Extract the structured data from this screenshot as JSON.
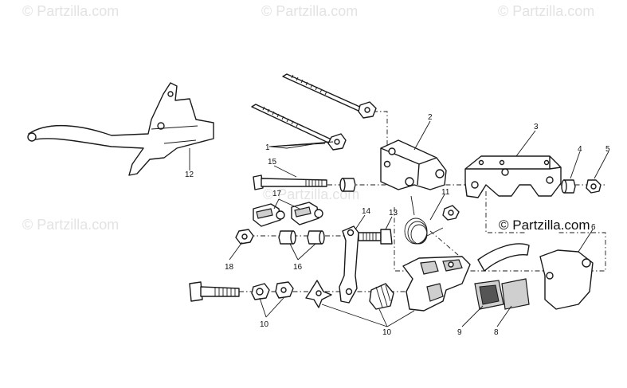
{
  "watermark": {
    "text": "© Partzilla.com"
  },
  "brand_mark": {
    "text": "© Partzilla.com"
  },
  "callouts": {
    "c1": "1",
    "c2": "2",
    "c3": "3",
    "c4": "4",
    "c5": "5",
    "c6": "6",
    "c8": "8",
    "c9": "9",
    "c10a": "10",
    "c10b": "10",
    "c11": "11",
    "c12": "12",
    "c13": "13",
    "c14": "14",
    "c15": "15",
    "c16": "16",
    "c17": "17",
    "c18": "18"
  }
}
